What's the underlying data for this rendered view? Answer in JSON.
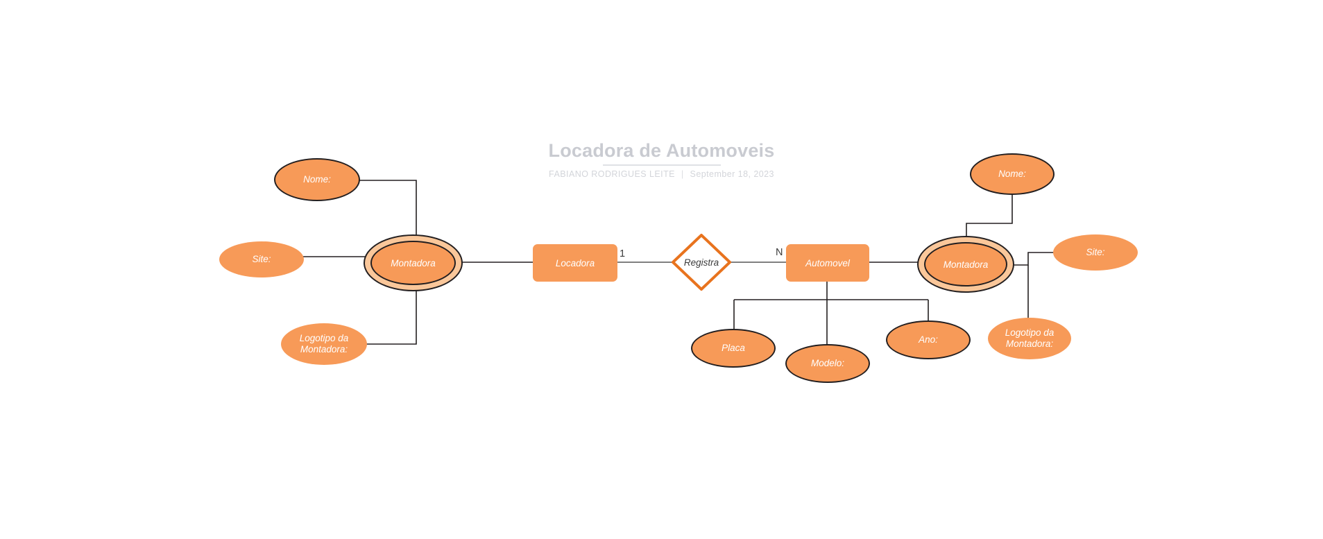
{
  "document": {
    "title": "Locadora de Automoveis",
    "author": "FABIANO RODRIGUES LEITE",
    "separator": "|",
    "date": "September 18, 2023"
  },
  "theme": {
    "background": "#ffffff",
    "shape_fill": "#f79a58",
    "shape_fill_light": "#fac79a",
    "shape_stroke": "#231f20",
    "diamond_stroke": "#e8731e",
    "diamond_fill": "#ffffff",
    "shape_text": "#ffffff",
    "title_color": "#c9cbd1",
    "byline_color": "#d3d5da",
    "connector_color": "#231f20"
  },
  "diagram": {
    "type": "entity-relationship",
    "entities": [
      {
        "id": "locadora",
        "label": "Locadora",
        "shape": "rectangle"
      },
      {
        "id": "automovel",
        "label": "Automovel",
        "shape": "rectangle"
      }
    ],
    "relationships": [
      {
        "id": "registra",
        "label": "Registra",
        "shape": "diamond",
        "from": "locadora",
        "to": "automovel",
        "cardinality_from": "1",
        "cardinality_to": "N"
      }
    ],
    "multivalued_attributes": [
      {
        "id": "montadora-left",
        "label": "Montadora",
        "shape": "double-ellipse",
        "attached_to": "locadora"
      },
      {
        "id": "montadora-right",
        "label": "Montadora",
        "shape": "double-ellipse",
        "attached_to": "automovel"
      }
    ],
    "attributes": [
      {
        "id": "nome-left",
        "label": "Nome:",
        "shape": "ellipse",
        "bordered": true,
        "owner": "montadora-left"
      },
      {
        "id": "site-left",
        "label": "Site:",
        "shape": "ellipse",
        "bordered": false,
        "owner": "montadora-left"
      },
      {
        "id": "logotipo-left",
        "label": "Logotipo da Montadora:",
        "shape": "ellipse",
        "bordered": false,
        "owner": "montadora-left"
      },
      {
        "id": "placa",
        "label": "Placa",
        "shape": "ellipse",
        "bordered": true,
        "owner": "automovel"
      },
      {
        "id": "modelo",
        "label": "Modelo:",
        "shape": "ellipse",
        "bordered": true,
        "owner": "automovel"
      },
      {
        "id": "ano",
        "label": "Ano:",
        "shape": "ellipse",
        "bordered": true,
        "owner": "automovel"
      },
      {
        "id": "nome-right",
        "label": "Nome:",
        "shape": "ellipse",
        "bordered": true,
        "owner": "montadora-right"
      },
      {
        "id": "site-right",
        "label": "Site:",
        "shape": "ellipse",
        "bordered": false,
        "owner": "montadora-right"
      },
      {
        "id": "logotipo-right",
        "label": "Logotipo da Montadora:",
        "shape": "ellipse",
        "bordered": false,
        "owner": "montadora-right"
      }
    ]
  }
}
